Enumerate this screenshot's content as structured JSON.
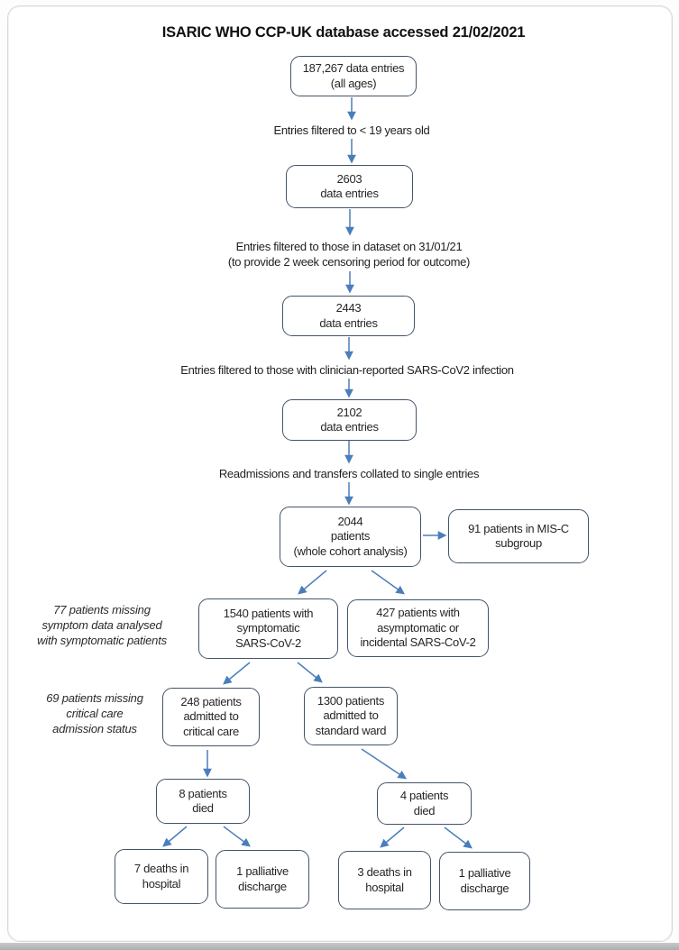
{
  "title": "ISARIC WHO CCP-UK database accessed 21/02/2021",
  "colors": {
    "arrow": "#4a7ebb",
    "box_border": "#44546a",
    "text": "#262626"
  },
  "flow": {
    "box_all_entries": [
      "187,267 data entries",
      "(all ages)"
    ],
    "label_age_filter": "Entries filtered to < 19 years old",
    "box_2603": [
      "2603",
      "data entries"
    ],
    "label_dataset_filter": [
      "Entries filtered to those in dataset on 31/01/21",
      "(to provide 2 week censoring period for outcome)"
    ],
    "box_2443": [
      "2443",
      "data entries"
    ],
    "label_clinician_filter": "Entries filtered to those with clinician-reported SARS-CoV2 infection",
    "box_2102": [
      "2102",
      "data entries"
    ],
    "label_readmissions": "Readmissions and transfers collated to single entries",
    "box_cohort": [
      "2044",
      "patients",
      "(whole cohort analysis)"
    ],
    "box_misc_subgroup": [
      "91 patients in MIS-C",
      "subgroup"
    ],
    "box_symptomatic": [
      "1540 patients with",
      "symptomatic",
      "SARS-CoV-2"
    ],
    "box_asymptomatic": [
      "427 patients with",
      "asymptomatic or",
      "incidental SARS-CoV-2"
    ],
    "note_symptom_missing": [
      "77 patients missing",
      "symptom data analysed",
      "with symptomatic patients"
    ],
    "box_critical_care": [
      "248 patients",
      "admitted to",
      "critical care"
    ],
    "box_standard_ward": [
      "1300 patients",
      "admitted to",
      "standard ward"
    ],
    "note_critical_missing": [
      "69 patients missing",
      "critical care",
      "admission status"
    ],
    "box_died_critical": [
      "8 patients",
      "died"
    ],
    "box_died_ward": [
      "4 patients",
      "died"
    ],
    "box_deaths_hospital_critical": [
      "7 deaths in",
      "hospital"
    ],
    "box_palliative_critical": [
      "1 palliative",
      "discharge"
    ],
    "box_deaths_hospital_ward": [
      "3 deaths in",
      "hospital"
    ],
    "box_palliative_ward": [
      "1 palliative",
      "discharge"
    ]
  }
}
